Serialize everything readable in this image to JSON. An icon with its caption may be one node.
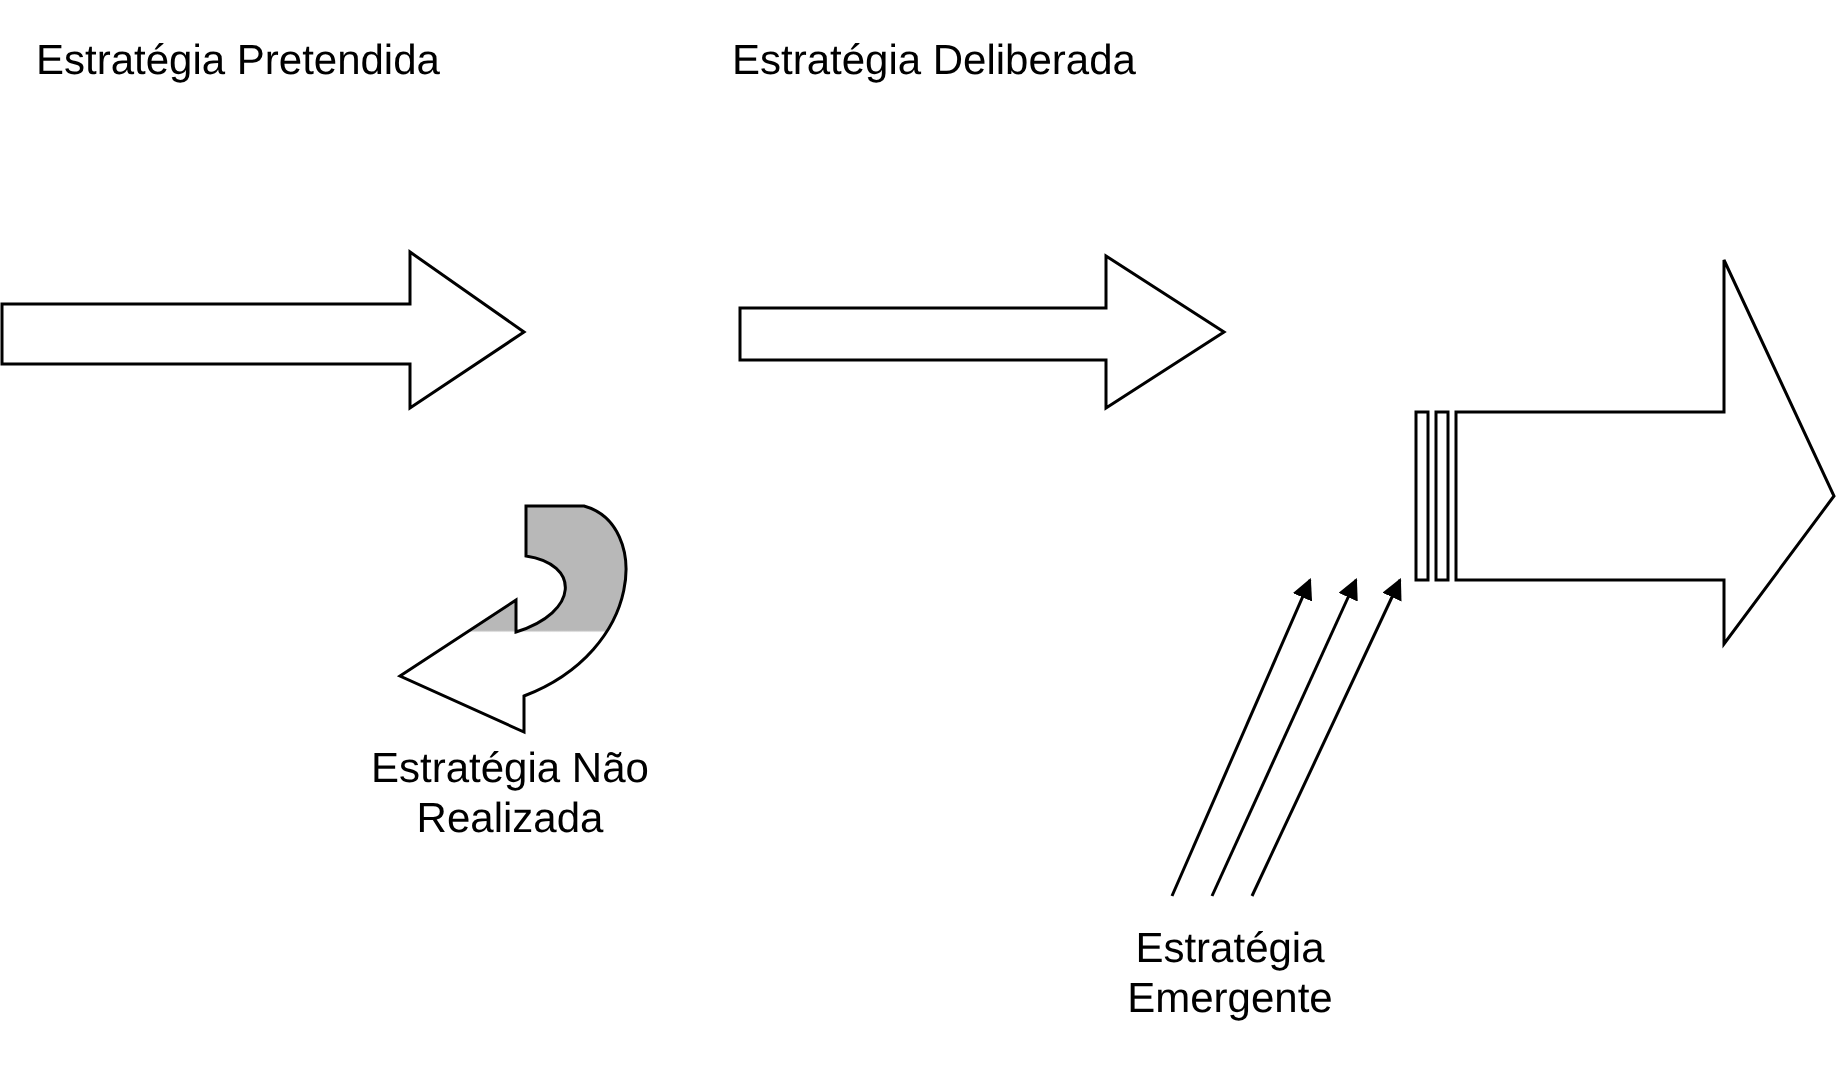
{
  "diagram": {
    "labels": [
      "Estratégia Pretendida",
      "Estratégia Deliberada",
      "Estratégia Não Realizada",
      "Estratégia Emergente"
    ]
  }
}
